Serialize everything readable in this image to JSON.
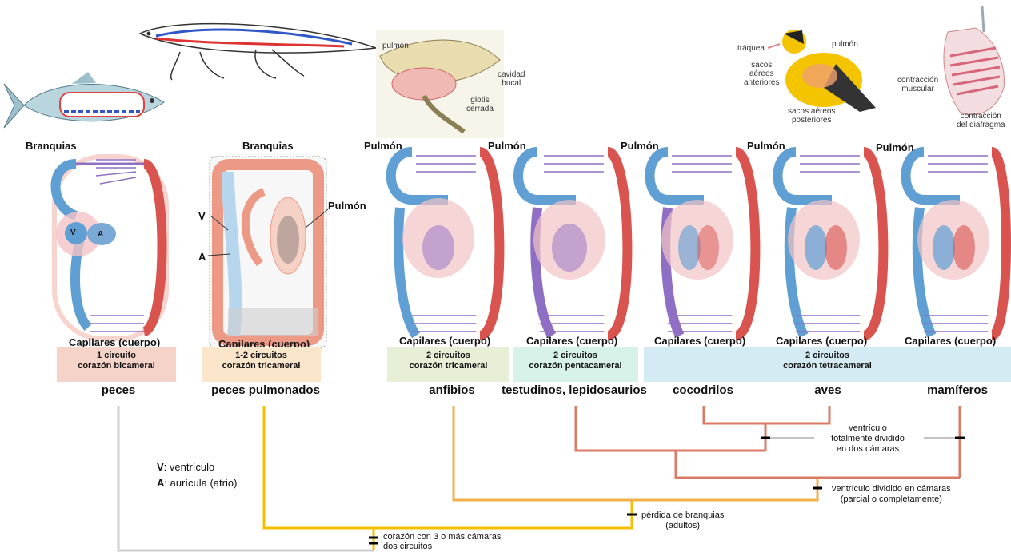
{
  "top_labels": {
    "fish": "Branquias",
    "lungfish": "Branquias",
    "amphibian": "Pulmón",
    "turtle": "Pulmón",
    "crocodile": "Pulmón",
    "bird": "Pulmón",
    "mammal": "Pulmón"
  },
  "lungfish_labels": {
    "v": "V",
    "a": "A",
    "lung": "Pulmón"
  },
  "fish_heart_labels": {
    "v": "V",
    "a": "A"
  },
  "capillaries": [
    "Capilares (cuerpo)",
    "Capilares (cuerpo)",
    "Capilares (cuerpo)",
    "Capilares (cuerpo)",
    "Capilares (cuerpo)",
    "Capilares (cuerpo)",
    "Capilares (cuerpo)"
  ],
  "boxes": [
    {
      "line1": "1 circuito",
      "line2": "corazón bicameral",
      "color": "#f6d3c8"
    },
    {
      "line1": "1-2 circuitos",
      "line2": "corazón tricameral",
      "color": "#fbe5cb"
    },
    {
      "line1": "2 circuitos",
      "line2": "corazón tricameral",
      "color": "#e8efd7"
    },
    {
      "line1": "2 circuitos",
      "line2": "corazón pentacameral",
      "color": "#d7f2e8"
    },
    {
      "line1": "2 circuitos",
      "line2": "corazón tetracameral",
      "color": "#d5ebf3"
    }
  ],
  "groups": {
    "fish": "peces",
    "lungfish": "peces pulmonados",
    "amphibians": "anfibios",
    "reptiles": "testudinos, lepidosaurios",
    "crocodiles": "cocodrilos",
    "birds": "aves",
    "mammals": "mamíferos"
  },
  "legend": {
    "v_key": "V",
    "v_text": ": ventrículo",
    "a_key": "A",
    "a_text": ": aurícula (atrio)"
  },
  "tree_notes": {
    "septum_full": [
      "ventrículo",
      "totalmente dividido",
      "en dos cámaras"
    ],
    "septum_partial": [
      "ventrículo dividido en cámaras",
      "(parcial o completamente)"
    ],
    "gills_loss": [
      "pérdida de branquias",
      "(adultos)"
    ],
    "chambers": "corazón con 3 o más cámaras",
    "circuits": "dos circuitos"
  },
  "animal_labels": {
    "frog_lung": "pulmón",
    "frog_cavity": "cavidad",
    "frog_cavity2": "bucal",
    "frog_glottis": "glotis",
    "frog_glottis2": "cerrada",
    "bird_trachea": "tráquea",
    "bird_lung": "pulmón",
    "bird_ant1": "sacos",
    "bird_ant2": "aéreos",
    "bird_ant3": "anteriores",
    "bird_post1": "sacos aéreos",
    "bird_post2": "posteriores",
    "mam_muscle1": "contracción",
    "mam_muscle2": "muscular",
    "mam_diaph1": "contracción",
    "mam_diaph2": "del diafragma"
  },
  "colors": {
    "vein_blue": "#5f9fd4",
    "artery_red": "#d9534f",
    "mixed_purple": "#8f6fc3",
    "tree_grey": "#cfcfcf",
    "tree_yellow": "#f5c000",
    "tree_orange": "#f0b04a",
    "tree_red": "#dc7a64"
  }
}
